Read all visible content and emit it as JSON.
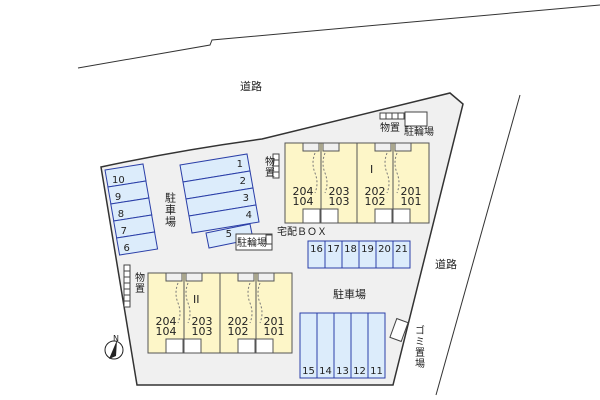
{
  "labels": {
    "road_top": "道路",
    "road_right": "道路",
    "parking_left": "駐車場",
    "parking_right": "駐車場",
    "storage_1": "物置",
    "storage_2": "物置",
    "storage_3": "物置",
    "bike_1": "駐輪場",
    "bike_2": "駐輪場",
    "delivery_box": "宅配ＢＯＸ",
    "garbage": "ゴミ置場",
    "north": "N"
  },
  "buildings": [
    {
      "name": "I",
      "units": [
        [
          "204",
          "104"
        ],
        [
          "203",
          "103"
        ],
        [
          "202",
          "102"
        ],
        [
          "201",
          "101"
        ]
      ]
    },
    {
      "name": "II",
      "units": [
        [
          "204",
          "104"
        ],
        [
          "203",
          "103"
        ],
        [
          "202",
          "102"
        ],
        [
          "201",
          "101"
        ]
      ]
    }
  ],
  "parking": {
    "left_column": [
      "10",
      "9",
      "8",
      "7",
      "6"
    ],
    "angled": [
      "1",
      "2",
      "3",
      "4",
      "5"
    ],
    "row_top": [
      "16",
      "17",
      "18",
      "19",
      "20",
      "21"
    ],
    "row_bottom": [
      "15",
      "14",
      "13",
      "12",
      "11"
    ]
  },
  "colors": {
    "lot": "#f0f0f0",
    "building": "#fdf6c8",
    "parking": "#dcecfb",
    "parking_stroke": "#2b3fa8"
  }
}
